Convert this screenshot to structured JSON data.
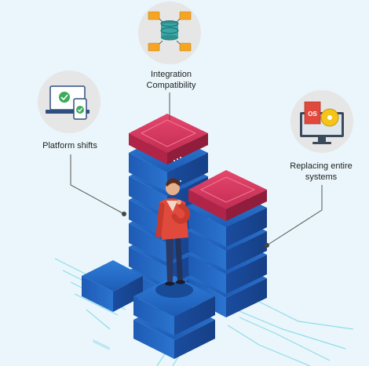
{
  "labels": {
    "integration_line1": "Integration",
    "integration_line2": "Compatibility",
    "platform": "Platform shifts",
    "replacing_line1": "Replacing entire",
    "replacing_line2": "systems"
  },
  "icons": {
    "integration": "database-folders-icon",
    "platform": "laptop-phone-check-icon",
    "replacing": "monitor-os-disc-icon"
  },
  "screen_text": "OS",
  "colors": {
    "background": "#eaf6fb",
    "server_top": "#d5385f",
    "server_side": "#1f4fa8",
    "server_face": "#2b6cc4",
    "circuit": "#8fdcea",
    "connector": "#555555",
    "icon_circle": "#e6e6e6",
    "icon_orange": "#f5a524",
    "icon_teal": "#2f8f8f",
    "icon_green": "#3cab5b",
    "jacket": "#e04a3c"
  }
}
